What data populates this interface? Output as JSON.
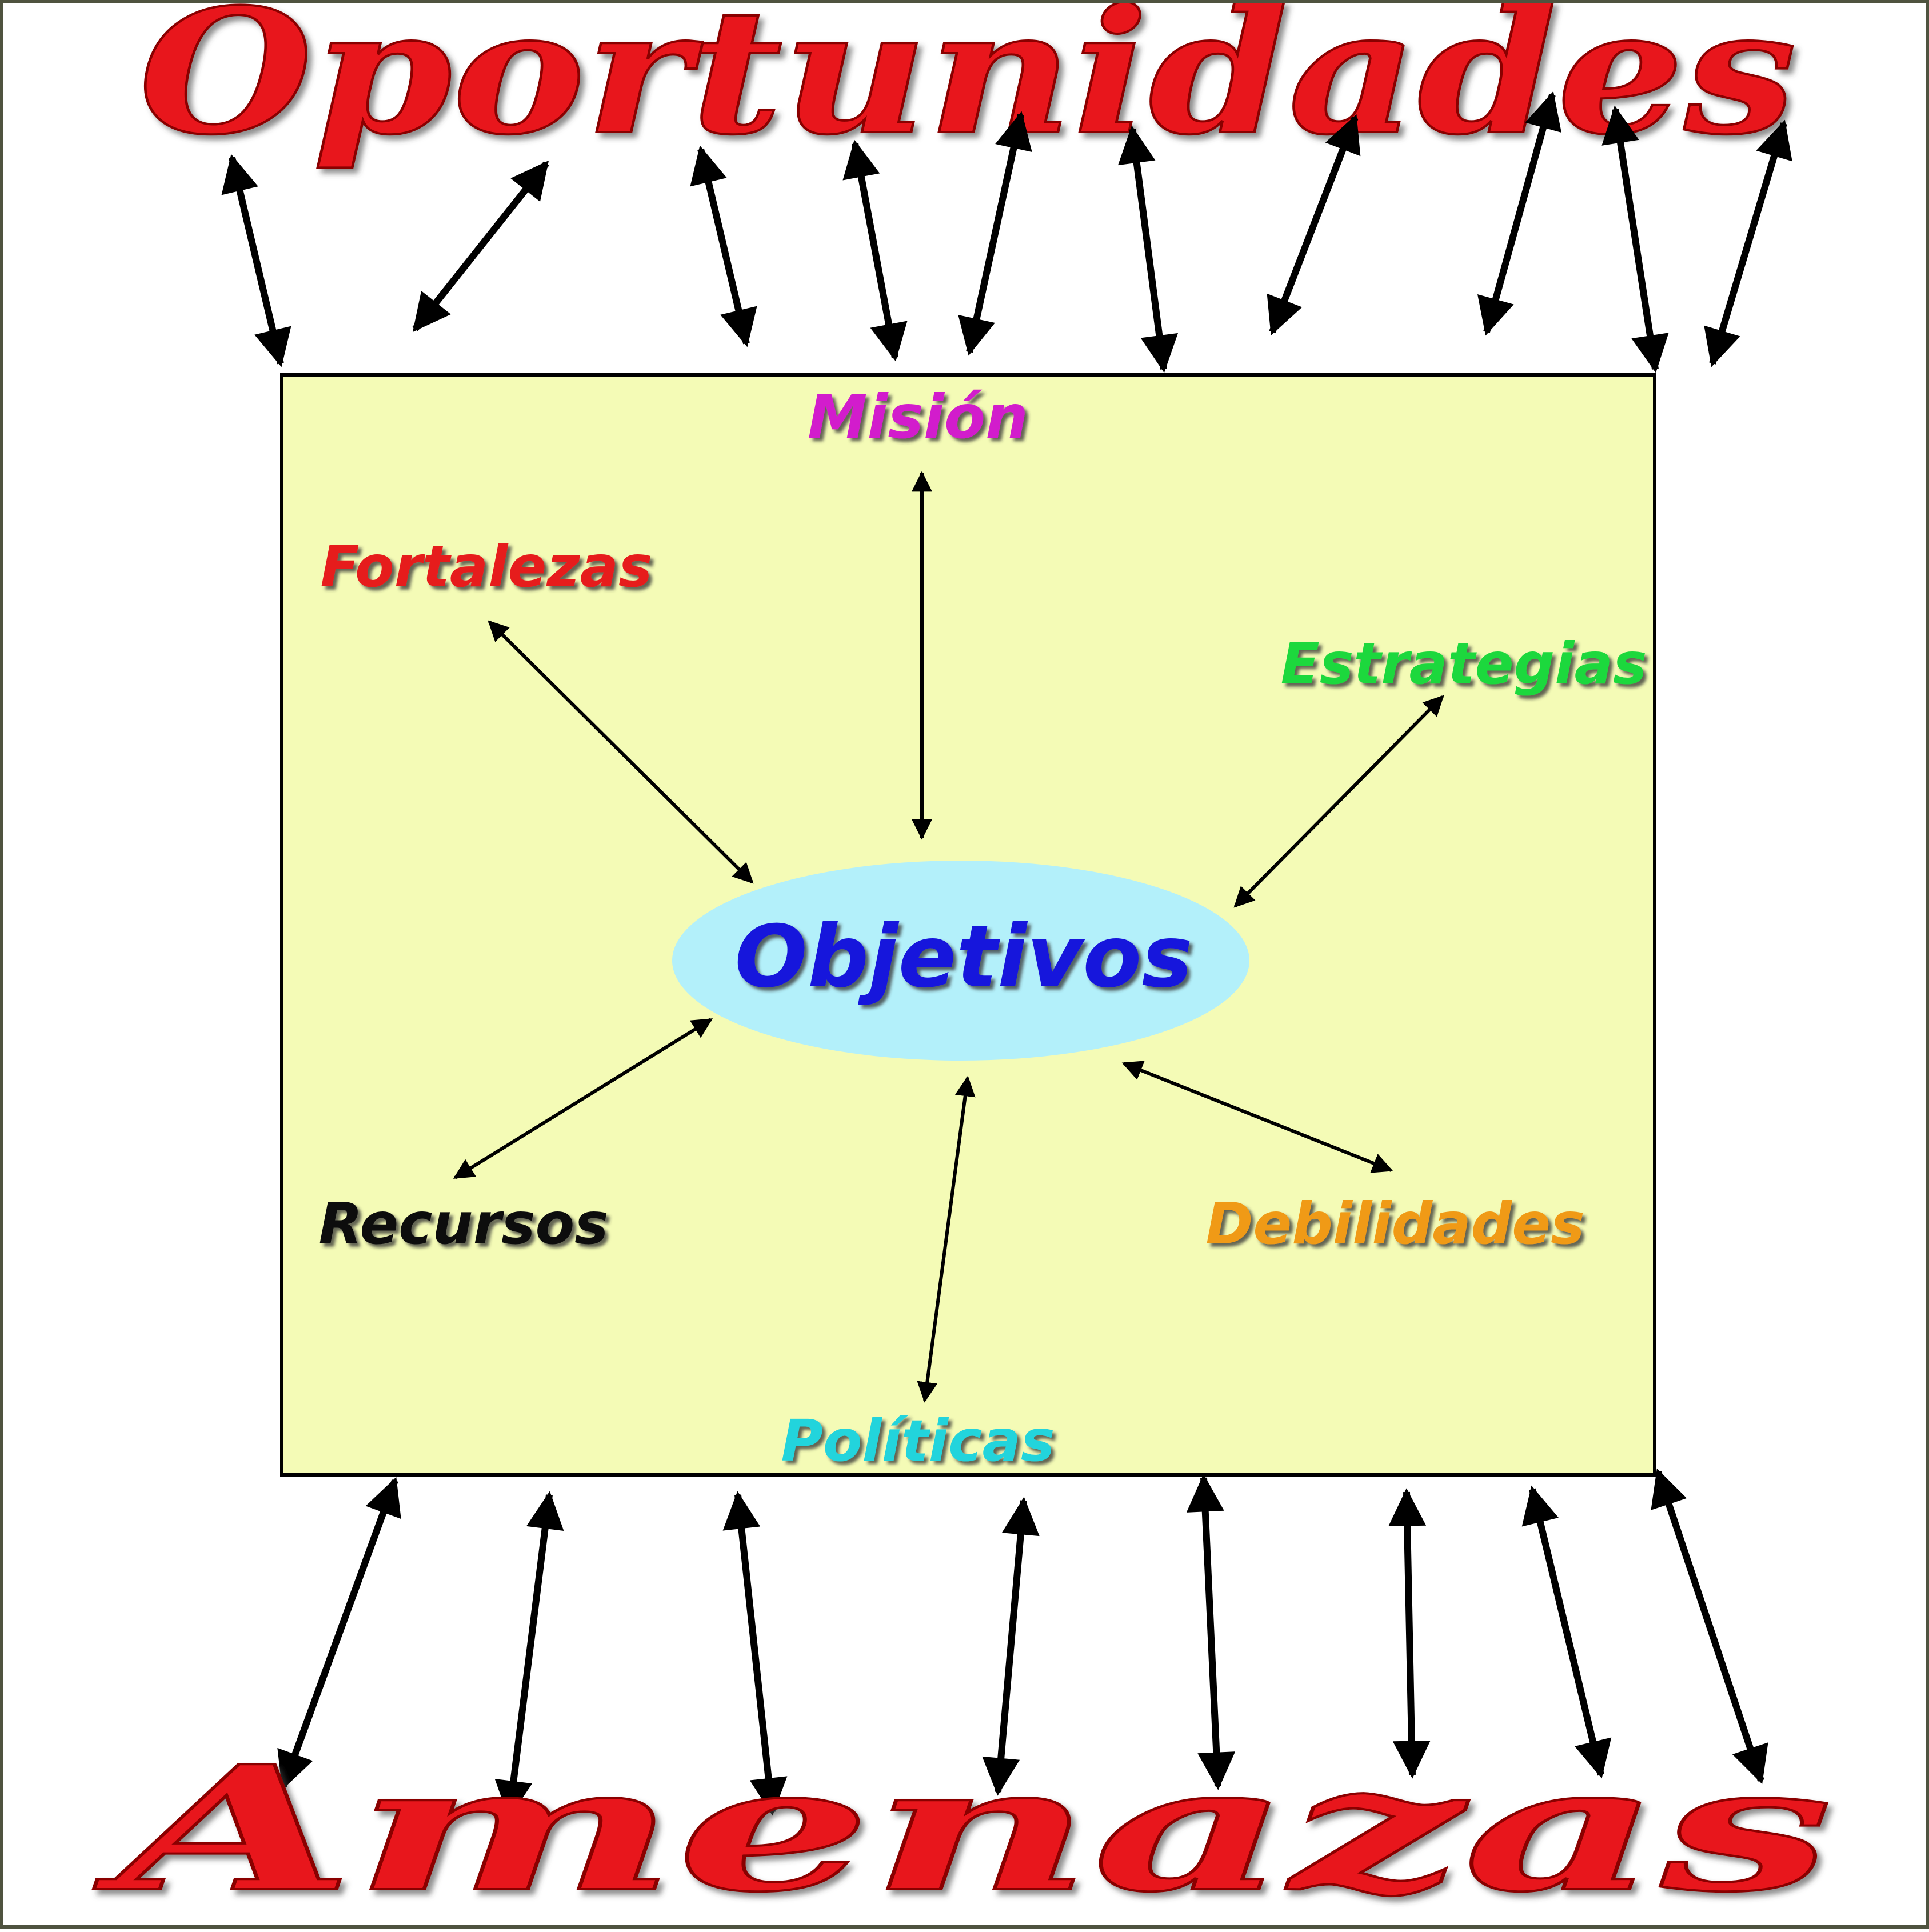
{
  "diagram": {
    "top_word": "Oportunidades",
    "bottom_word": "Amenazas",
    "center": "Objetivos",
    "nodes": {
      "mision": "Misión",
      "fortalezas": "Fortalezas",
      "estrategias": "Estrategias",
      "recursos": "Recursos",
      "debilidades": "Debilidades",
      "politicas": "Políticas"
    }
  },
  "colors": {
    "box_fill": "#f4fbb6",
    "ellipse_fill": "#b3f0fa",
    "external_words": "#e8141c",
    "mision": "#d21ccc",
    "fortalezas": "#e61b1b",
    "estrategias": "#1ed83c",
    "recursos": "#111111",
    "debilidades": "#f09a17",
    "politicas": "#20d4dc",
    "objetivos": "#1414dc",
    "arrows": "#000000"
  }
}
